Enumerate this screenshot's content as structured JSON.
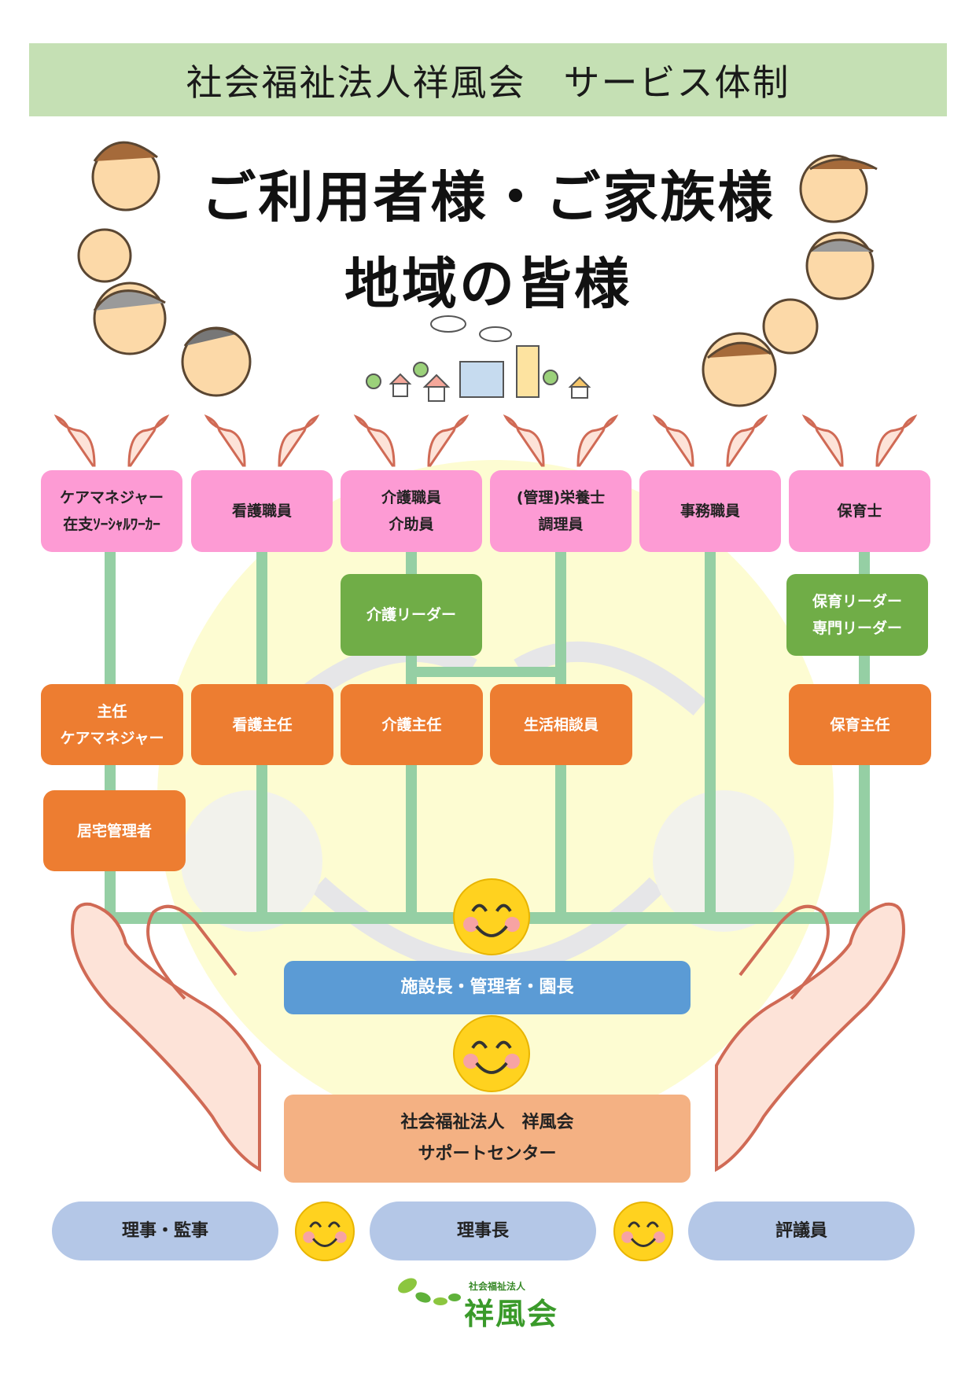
{
  "header": {
    "title": "社会福祉法人祥風会　サービス体制"
  },
  "hero": {
    "line1": "ご利用者様・ご家族様",
    "line2": "地域の皆様"
  },
  "staff": [
    {
      "line1": "ケアマネジャー",
      "line2": "在支ｿｰｼｬﾙﾜｰｶｰ"
    },
    {
      "line1": "看護職員",
      "line2": ""
    },
    {
      "line1": "介護職員",
      "line2": "介助員"
    },
    {
      "line1": "(管理)栄養士",
      "line2": "調理員"
    },
    {
      "line1": "事務職員",
      "line2": ""
    },
    {
      "line1": "保育士",
      "line2": ""
    }
  ],
  "leaders": {
    "care": "介護リーダー",
    "childcare_line1": "保育リーダー",
    "childcare_line2": "専門リーダー"
  },
  "chiefs": {
    "cm_line1": "主任",
    "cm_line2": "ケアマネジャー",
    "nursing": "看護主任",
    "care": "介護主任",
    "counselor": "生活相談員",
    "childcare": "保育主任",
    "home_manager": "居宅管理者"
  },
  "management": {
    "director": "施設長・管理者・園長"
  },
  "support": {
    "line1": "社会福祉法人　祥風会",
    "line2": "サポートセンター"
  },
  "board": {
    "auditors": "理事・監事",
    "chairman": "理事長",
    "councilors": "評議員"
  },
  "logo": {
    "small": "社会福祉法人",
    "name": "祥風会"
  },
  "colors": {
    "banner": "#c5e0b4",
    "pink": "#fd9bd4",
    "green": "#70ad47",
    "orange": "#ed7d31",
    "blue": "#5b9bd5",
    "peach": "#f4b183",
    "pill": "#b4c7e7",
    "connector": "#95cfa4"
  }
}
